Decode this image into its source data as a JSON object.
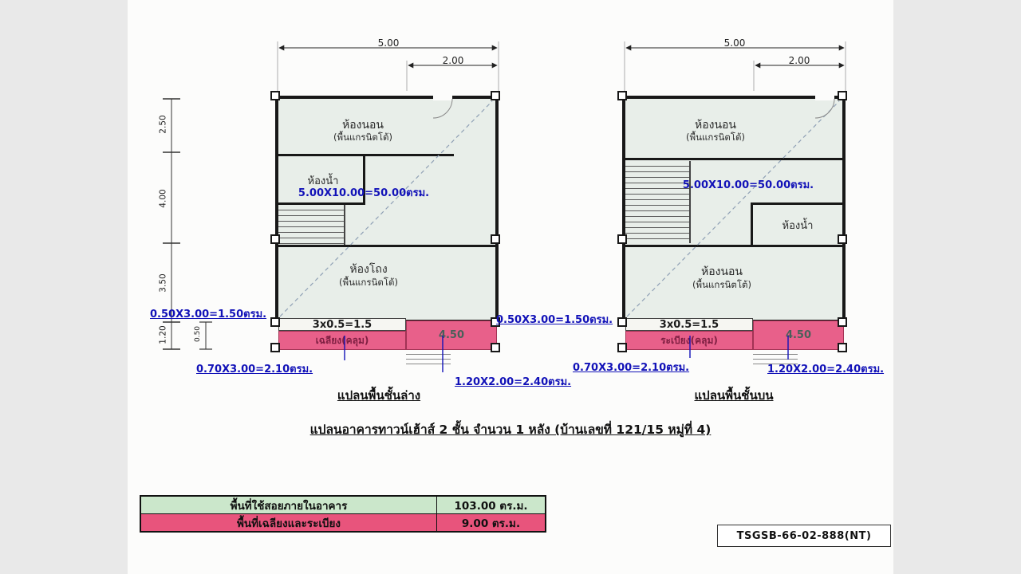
{
  "page": {
    "title": "แปลนอาคารทาวน์เฮ้าส์ 2 ชั้น จำนวน 1 หลัง (บ้านเลขที่ 121/15  หมู่ที่ 4)",
    "doc_number": "TSGSB-66-02-888(NT)"
  },
  "summary": {
    "rows": [
      {
        "label": "พื้นที่ใช้สอยภายในอาคาร",
        "value": "103.00 ตร.ม."
      },
      {
        "label": "พื้นที่เฉลียงและระเบียง",
        "value": "9.00 ตร.ม."
      }
    ]
  },
  "plans": [
    {
      "caption": "แปลนพื้นชั้นล่าง",
      "dim_top_total": "5.00",
      "dim_top_partial": "2.00",
      "dims_left": [
        "2.50",
        "4.00",
        "3.50",
        "1.20"
      ],
      "dim_porch": "0.50",
      "room_top": "ห้องนอน",
      "room_top_sub": "(พื้นแกรนิตโต้)",
      "room_bath": "ห้องน้ำ",
      "room_main": "ห้องโถง",
      "room_main_sub": "(พื้นแกรนิตโต้)",
      "area_formula": "5.00X10.00=50.00ตรม.",
      "strip_formula": "0.50X3.00=1.50ตรม.",
      "strip_calc": "3x0.5=1.5",
      "porch_name": "เฉลียง(คลุม)",
      "porch_value": "4.50",
      "porch_formula": "0.70X3.00=2.10ตรม.",
      "terrace_formula": "1.20X2.00=2.40ตรม."
    },
    {
      "caption": "แปลนพื้นชั้นบน",
      "dim_top_total": "5.00",
      "dim_top_partial": "2.00",
      "room_top": "ห้องนอน",
      "room_top_sub": "(พื้นแกรนิตโต้)",
      "room_bath": "ห้องน้ำ",
      "room_main": "ห้องนอน",
      "room_main_sub": "(พื้นแกรนิตโต้)",
      "area_formula": "5.00X10.00=50.00ตรม.",
      "strip_formula": "0.50X3.00=1.50ตรม.",
      "strip_calc": "3x0.5=1.5",
      "porch_name": "ระเบียง(คลุม)",
      "porch_value": "4.50",
      "porch_formula": "0.70X3.00=2.10ตรม.",
      "terrace_formula": "1.20X2.00=2.40ตรม."
    }
  ]
}
